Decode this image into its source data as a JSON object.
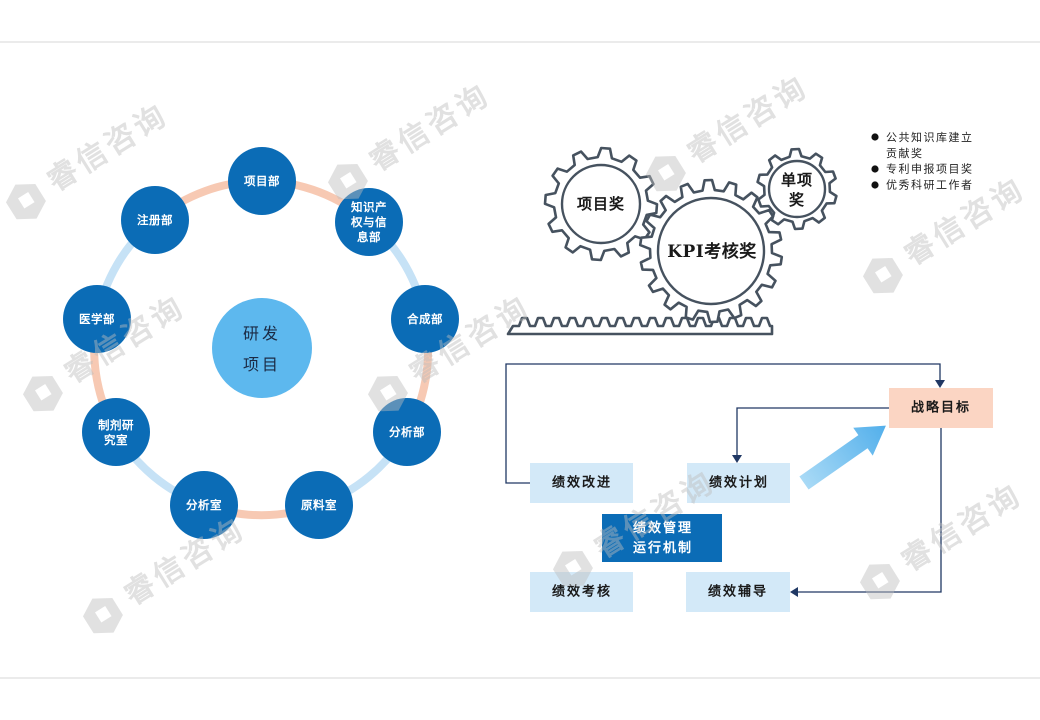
{
  "watermark": {
    "text": "睿信咨询"
  },
  "rd_circle": {
    "center": {
      "lines": [
        "研发",
        "项目"
      ]
    },
    "departments": [
      {
        "lines": [
          "项目部"
        ]
      },
      {
        "lines": [
          "知识产",
          "权与信",
          "息部"
        ]
      },
      {
        "lines": [
          "合成部"
        ]
      },
      {
        "lines": [
          "分析部"
        ]
      },
      {
        "lines": [
          "原料室"
        ]
      },
      {
        "lines": [
          "分析室"
        ]
      },
      {
        "lines": [
          "制剂研",
          "究室"
        ]
      },
      {
        "lines": [
          "医学部"
        ]
      },
      {
        "lines": [
          "注册部"
        ]
      }
    ]
  },
  "awards": {
    "gears": [
      {
        "label": "项目奖"
      },
      {
        "label": "KPI考核奖"
      },
      {
        "lines": [
          "单项",
          "奖"
        ]
      }
    ],
    "bullets": [
      {
        "lines": [
          "公共知识库建立",
          "贡献奖"
        ]
      },
      {
        "lines": [
          "专利申报项目奖"
        ]
      },
      {
        "lines": [
          "优秀科研工作者"
        ]
      }
    ]
  },
  "performance": {
    "strategic_goal": "战略目标",
    "plan": "绩效计划",
    "improvement": "绩效改进",
    "mechanism": [
      "绩效管理",
      "运行机制"
    ],
    "assessment": "绩效考核",
    "coaching": "绩效辅导"
  },
  "colors": {
    "node_blue": "#0b6cb6",
    "center_blue": "#5db8ee",
    "ring_blue": "#c6e2f6",
    "ring_orange": "#f7c9b3",
    "box_light_blue": "#d3e9f8",
    "box_salmon": "#fbd5c3",
    "flow_navy": "#203864",
    "gear_stroke": "#46525f",
    "big_arrow_blue": "#52afeb"
  }
}
